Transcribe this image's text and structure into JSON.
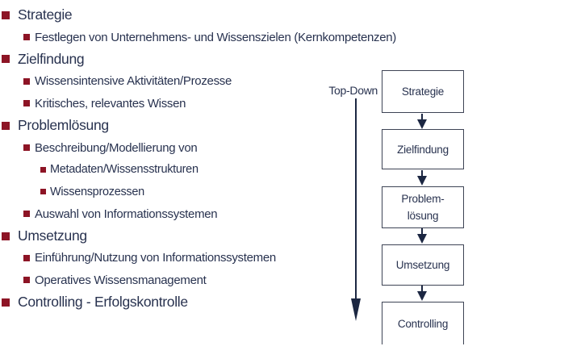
{
  "colors": {
    "text_navy": "#28324f",
    "bullet_red": "#8d1425",
    "arrow_navy": "#1c2742",
    "box_border": "#3e4455",
    "background": "#ffffff"
  },
  "outline": {
    "items": [
      {
        "level": 1,
        "text": "Strategie"
      },
      {
        "level": 2,
        "text": "Festlegen von Unternehmens- und Wissenszielen (Kernkompetenzen)"
      },
      {
        "level": 1,
        "text": "Zielfindung"
      },
      {
        "level": 2,
        "text": "Wissensintensive Aktivitäten/Prozesse"
      },
      {
        "level": 2,
        "text": "Kritisches, relevantes Wissen"
      },
      {
        "level": 1,
        "text": "Problemlösung"
      },
      {
        "level": 2,
        "text": "Beschreibung/Modellierung von"
      },
      {
        "level": 3,
        "text": "Metadaten/Wissensstrukturen"
      },
      {
        "level": 3,
        "text": "Wissensprozessen"
      },
      {
        "level": 2,
        "text": "Auswahl von Informationssystemen"
      },
      {
        "level": 1,
        "text": "Umsetzung"
      },
      {
        "level": 2,
        "text": "Einführung/Nutzung von Informationssystemen"
      },
      {
        "level": 2,
        "text": "Operatives Wissensmanagement"
      },
      {
        "level": 1,
        "text": "Controlling - Erfolgskontrolle"
      }
    ]
  },
  "flowchart": {
    "direction_label": "Top-Down",
    "boxes": [
      {
        "lines": [
          "Strategie"
        ]
      },
      {
        "lines": [
          "Zielfindung"
        ]
      },
      {
        "lines": [
          "Problem-",
          "lösung"
        ]
      },
      {
        "lines": [
          "Umsetzung"
        ]
      },
      {
        "lines": [
          "Controlling"
        ]
      }
    ]
  }
}
